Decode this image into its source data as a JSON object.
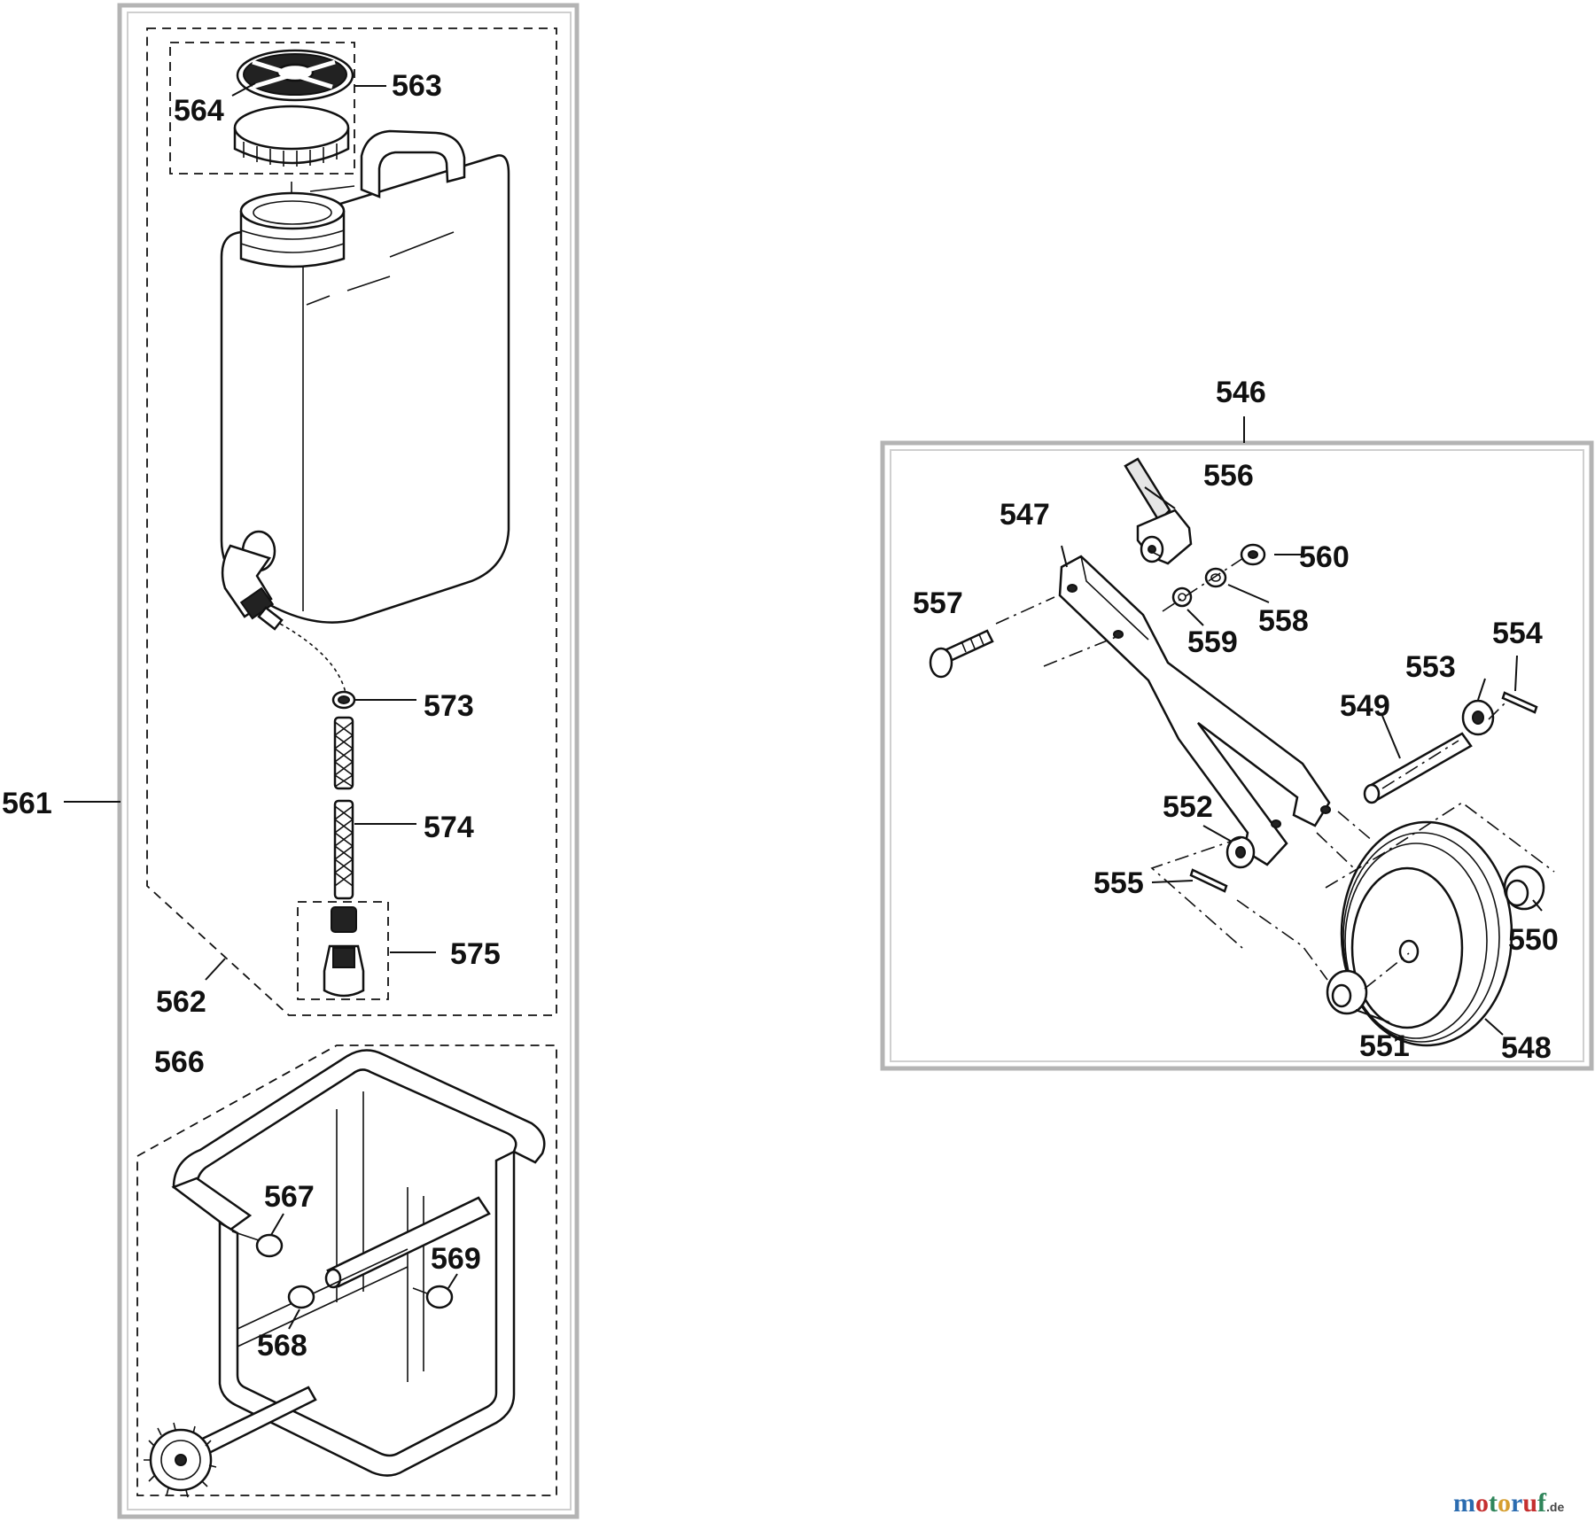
{
  "title": "Spare parts exploded view",
  "watermark": {
    "brand_chars": [
      "m",
      "o",
      "t",
      "o",
      "r",
      "u",
      "f"
    ],
    "brand_colors": [
      "#2b6cb0",
      "#c53030",
      "#2f855a",
      "#d69e2e",
      "#2b6cb0",
      "#c53030",
      "#2f855a"
    ],
    "suffix": ".de"
  },
  "labels": {
    "p546": "546",
    "p547": "547",
    "p548": "548",
    "p549": "549",
    "p550": "550",
    "p551": "551",
    "p552": "552",
    "p553": "553",
    "p554": "554",
    "p555": "555",
    "p556": "556",
    "p557": "557",
    "p558": "558",
    "p559": "559",
    "p560": "560",
    "p561": "561",
    "p562": "562",
    "p563": "563",
    "p564": "564",
    "p566": "566",
    "p567": "567",
    "p568": "568",
    "p569": "569",
    "p573": "573",
    "p574": "574",
    "p575": "575"
  }
}
